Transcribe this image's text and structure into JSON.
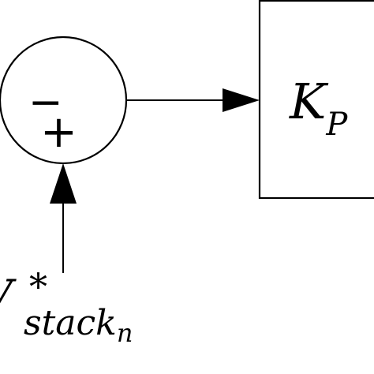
{
  "diagram": {
    "summing_junction": {
      "minus_sign": "−",
      "plus_sign": "+"
    },
    "gain_block": {
      "symbol_main": "K",
      "symbol_sub": "P"
    },
    "reference_input": {
      "symbol_main": "V",
      "superscript": "*",
      "subscript_main": "stack",
      "subscript_sub": "n"
    },
    "colors": {
      "stroke": "#000000",
      "background": "#ffffff"
    }
  }
}
